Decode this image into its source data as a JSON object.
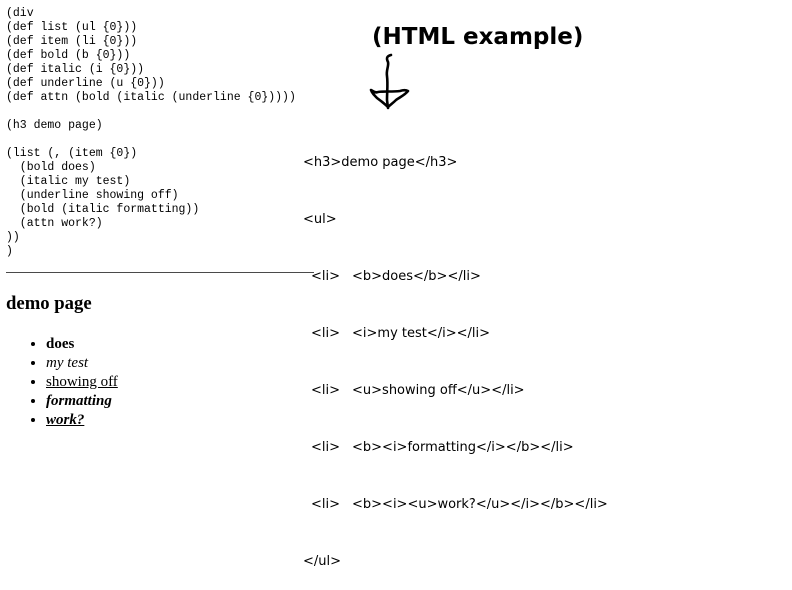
{
  "source_code": {
    "lines": [
      "(div",
      "(def list (ul {0}))",
      "(def item (li {0}))",
      "(def bold (b {0}))",
      "(def italic (i {0}))",
      "(def underline (u {0}))",
      "(def attn (bold (italic (underline {0}))))",
      "",
      "(h3 demo page)",
      "",
      "(list (, (item {0})",
      "  (bold does)",
      "  (italic my test)",
      "  (underline showing off)",
      "  (bold (italic formatting))",
      "  (attn work?)",
      "))",
      ")"
    ]
  },
  "annotation": {
    "title": "(HTML example)",
    "arrow_icon": "hand-drawn-down-arrow"
  },
  "html_code": {
    "h3": "<h3>demo page</h3>",
    "ul_open": "<ul>",
    "li_tag": "<li>",
    "items": [
      "<b>does</b></li>",
      "<i>my test</i></li>",
      "<u>showing off</u></li>",
      "<b><i>formatting</i></b></li>",
      "<b><i><u>work?</u></i></b></li>"
    ],
    "ul_close": "</ul>"
  },
  "rendered": {
    "heading": "demo page",
    "items": [
      "does",
      "my test",
      "showing off",
      "formatting",
      "work?"
    ]
  }
}
